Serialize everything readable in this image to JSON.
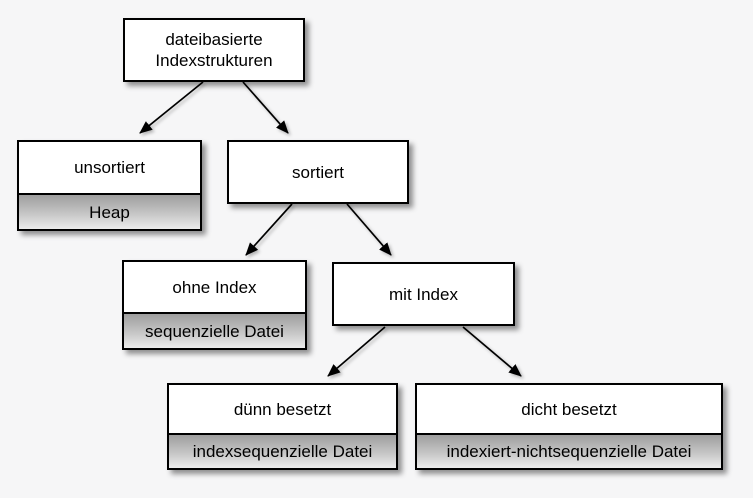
{
  "colors": {
    "background": "#f6f6f7",
    "node_fill": "#ffffff",
    "node_border": "#000000",
    "subsection_gradient_top": "#9e9e9e",
    "subsection_gradient_bottom": "#ececec",
    "text": "#000000",
    "arrow": "#000000"
  },
  "diagram": {
    "type": "tree",
    "nodes": {
      "root": {
        "label": "dateibasierte Indexstrukturen"
      },
      "unsortiert": {
        "label": "unsortiert",
        "sublabel": "Heap"
      },
      "sortiert": {
        "label": "sortiert"
      },
      "ohne_index": {
        "label": "ohne Index",
        "sublabel": "sequenzielle Datei"
      },
      "mit_index": {
        "label": "mit Index"
      },
      "duenn_besetzt": {
        "label": "dünn besetzt",
        "sublabel": "indexsequenzielle Datei"
      },
      "dicht_besetzt": {
        "label": "dicht besetzt",
        "sublabel": "indexiert-nichtsequenzielle Datei"
      }
    },
    "edges": [
      {
        "from": "root",
        "to": "unsortiert"
      },
      {
        "from": "root",
        "to": "sortiert"
      },
      {
        "from": "sortiert",
        "to": "ohne_index"
      },
      {
        "from": "sortiert",
        "to": "mit_index"
      },
      {
        "from": "mit_index",
        "to": "duenn_besetzt"
      },
      {
        "from": "mit_index",
        "to": "dicht_besetzt"
      }
    ]
  }
}
